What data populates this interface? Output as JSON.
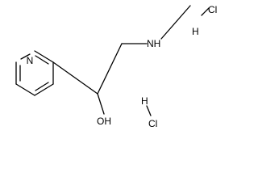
{
  "molecule": {
    "atom_labels": {
      "pyridine_nitrogen": "N",
      "amine": "NH",
      "hydroxyl": "OH"
    },
    "salts": [
      {
        "chloride": "Cl",
        "hydrogen": "H"
      },
      {
        "chloride": "Cl",
        "hydrogen": "H"
      }
    ]
  },
  "colors": {
    "bond": "#000000",
    "text": "#000000",
    "background": "#ffffff"
  }
}
